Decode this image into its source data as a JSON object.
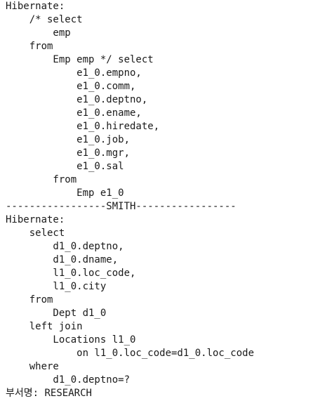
{
  "console": {
    "lines": [
      "Hibernate: ",
      "    /* select",
      "        emp ",
      "    from",
      "        Emp emp */ select",
      "            e1_0.empno,",
      "            e1_0.comm,",
      "            e1_0.deptno,",
      "            e1_0.ename,",
      "            e1_0.hiredate,",
      "            e1_0.job,",
      "            e1_0.mgr,",
      "            e1_0.sal ",
      "        from",
      "            Emp e1_0",
      "-----------------SMITH-----------------",
      "Hibernate: ",
      "    select",
      "        d1_0.deptno,",
      "        d1_0.dname,",
      "        l1_0.loc_code,",
      "        l1_0.city ",
      "    from",
      "        Dept d1_0 ",
      "    left join",
      "        Locations l1_0 ",
      "            on l1_0.loc_code=d1_0.loc_code ",
      "    where",
      "        d1_0.deptno=?",
      "부서명: RESEARCH"
    ]
  }
}
